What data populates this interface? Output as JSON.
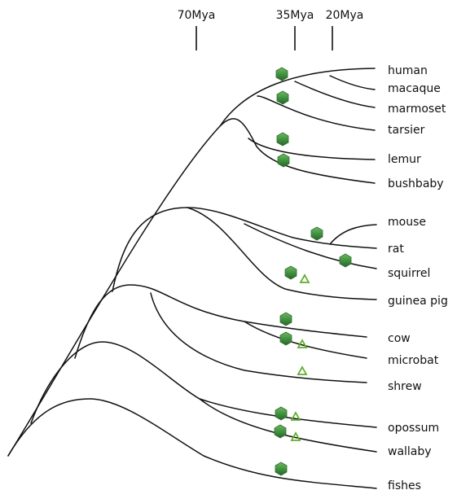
{
  "diagram": {
    "time_scale": [
      {
        "label": "70Mya"
      },
      {
        "label": "35Mya"
      },
      {
        "label": "20Mya"
      }
    ],
    "taxa": [
      "human",
      "macaque",
      "marmoset",
      "tarsier",
      "lemur",
      "bushbaby",
      "mouse",
      "rat",
      "squirrel",
      "guinea pig",
      "cow",
      "microbat",
      "shrew",
      "opossum",
      "wallaby",
      "fishes"
    ],
    "markers": [
      {
        "type": "hexagon",
        "near": "human"
      },
      {
        "type": "hexagon",
        "near": "marmoset"
      },
      {
        "type": "hexagon",
        "near": "lemur"
      },
      {
        "type": "hexagon",
        "near": "lemur"
      },
      {
        "type": "hexagon",
        "near": "mouse"
      },
      {
        "type": "hexagon",
        "near": "rat"
      },
      {
        "type": "hexagon",
        "near": "squirrel"
      },
      {
        "type": "triangle",
        "near": "squirrel"
      },
      {
        "type": "hexagon",
        "near": "cow"
      },
      {
        "type": "hexagon",
        "near": "cow"
      },
      {
        "type": "triangle",
        "near": "cow"
      },
      {
        "type": "triangle",
        "near": "microbat"
      },
      {
        "type": "hexagon",
        "near": "opossum"
      },
      {
        "type": "triangle",
        "near": "opossum"
      },
      {
        "type": "hexagon",
        "near": "wallaby"
      },
      {
        "type": "triangle",
        "near": "wallaby"
      },
      {
        "type": "hexagon",
        "near": "fishes"
      }
    ],
    "colors": {
      "branch": "#111111",
      "hexagon_fill": "#3f8f3f",
      "hexagon_dark": "#2f6f2f",
      "triangle_stroke": "#5fae2e"
    }
  }
}
